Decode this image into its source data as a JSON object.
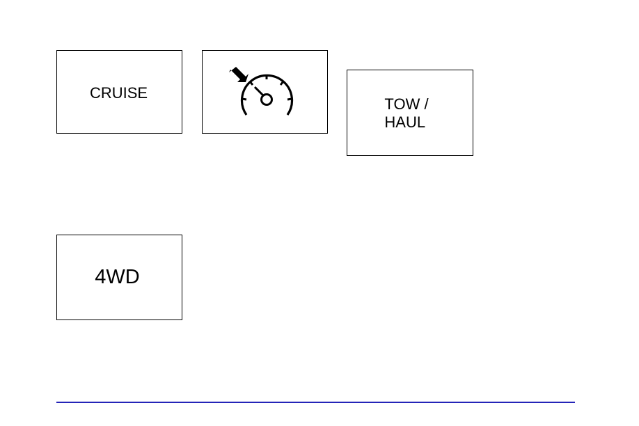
{
  "symbols": {
    "cruise": {
      "label": "CRUISE"
    },
    "speedometer": {
      "icon": "cruise-speedometer-icon"
    },
    "tow_haul": {
      "line1": "TOW /",
      "line2": "HAUL"
    },
    "four_wd": {
      "label": "4WD"
    }
  },
  "footer": {
    "rule_color": "#2424b8"
  }
}
